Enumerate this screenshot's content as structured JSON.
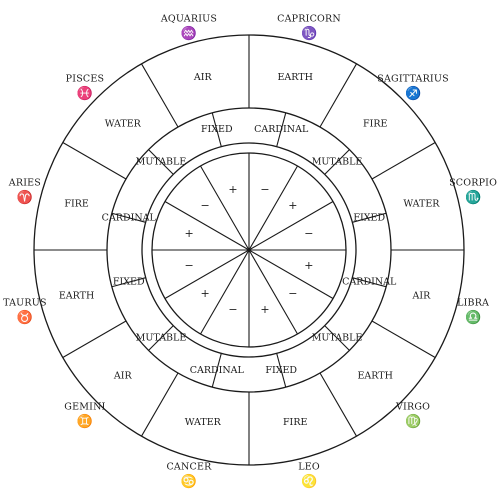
{
  "wheel": {
    "signs": [
      {
        "name": "CAPRICORN",
        "glyph": "♑",
        "element": "EARTH",
        "quality": "CARDINAL",
        "polarity": "−"
      },
      {
        "name": "SAGITTARIUS",
        "glyph": "♐",
        "element": "FIRE",
        "quality": "MUTABLE",
        "polarity": "+"
      },
      {
        "name": "SCORPIO",
        "glyph": "♏",
        "element": "WATER",
        "quality": "FIXED",
        "polarity": "−"
      },
      {
        "name": "LIBRA",
        "glyph": "♎",
        "element": "AIR",
        "quality": "CARDINAL",
        "polarity": "+"
      },
      {
        "name": "VIRGO",
        "glyph": "♍",
        "element": "EARTH",
        "quality": "MUTABLE",
        "polarity": "−"
      },
      {
        "name": "LEO",
        "glyph": "♌",
        "element": "FIRE",
        "quality": "FIXED",
        "polarity": "+"
      },
      {
        "name": "CANCER",
        "glyph": "♋",
        "element": "WATER",
        "quality": "CARDINAL",
        "polarity": "−"
      },
      {
        "name": "GEMINI",
        "glyph": "♊",
        "element": "AIR",
        "quality": "MUTABLE",
        "polarity": "+"
      },
      {
        "name": "TAURUS",
        "glyph": "♉",
        "element": "EARTH",
        "quality": "FIXED",
        "polarity": "−"
      },
      {
        "name": "ARIES",
        "glyph": "♈",
        "element": "FIRE",
        "quality": "CARDINAL",
        "polarity": "+"
      },
      {
        "name": "PISCES",
        "glyph": "♓",
        "element": "WATER",
        "quality": "MUTABLE",
        "polarity": "−"
      },
      {
        "name": "AQUARIUS",
        "glyph": "♒",
        "element": "AIR",
        "quality": "FIXED",
        "polarity": "+"
      }
    ]
  }
}
